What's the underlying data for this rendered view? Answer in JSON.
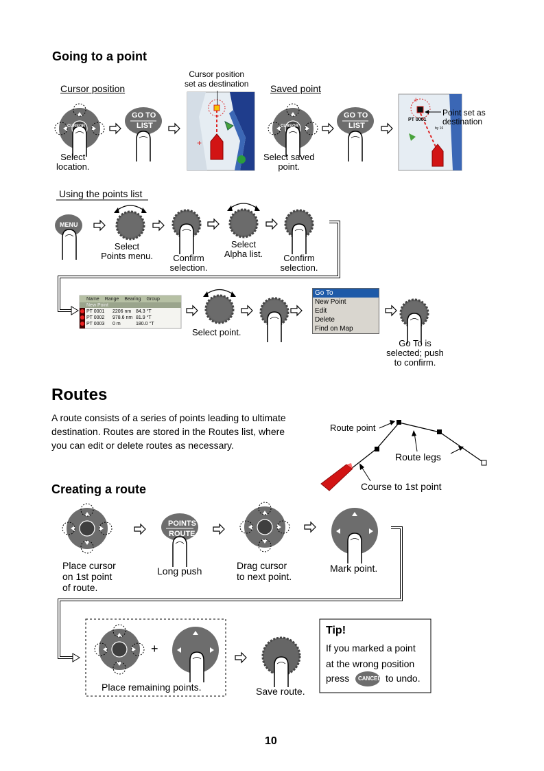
{
  "going": {
    "heading": "Going to a point",
    "cursor_position_label": "Cursor position",
    "saved_point_label": "Saved point",
    "cursor_dest_caption": "Cursor position\nset as destination",
    "select_location": "Select\nlocation.",
    "select_saved_point": "Select saved\npoint.",
    "point_set_as_dest": "Point set as\ndestination",
    "goto_key": "GO TO",
    "list_key": "LIST",
    "cursor_key": "CURSOR",
    "pt_label": "PT 0001",
    "pt_label_small": "by 16"
  },
  "points_list": {
    "label": "Using the points list",
    "menu_key": "MENU",
    "step1": "Select\nPoints menu.",
    "step2": "Confirm\nselection.",
    "step3": "Select\nAlpha list.",
    "step4": "Confirm\nselection.",
    "select_point": "Select point.",
    "goto_selected": "Go To is\nselected; push\nto confirm.",
    "table_headers": [
      "Name",
      "Range",
      "Bearing",
      "Group"
    ],
    "table_subheader": "New Point",
    "table_rows": [
      [
        "PT 0001",
        "2206 nm",
        "84.3 °T"
      ],
      [
        "PT 0002",
        "978.6 nm",
        "81.9 °T"
      ],
      [
        "PT 0003",
        "0 m",
        "180.0 °T"
      ]
    ],
    "menu_items": [
      "Go To",
      "New Point",
      "Edit",
      "Delete",
      "Find on Map"
    ]
  },
  "routes": {
    "heading": "Routes",
    "intro": [
      "A route consists of a series of points leading to ultimate",
      "destination. Routes are stored in the Routes list, where",
      "you can edit or delete routes as necessary."
    ],
    "route_point": "Route point",
    "route_legs": "Route legs",
    "course_first": "Course to 1st point"
  },
  "creating": {
    "heading": "Creating a route",
    "place_cursor": "Place cursor\non 1st point\nof route.",
    "long_push": "Long push",
    "drag_cursor": "Drag cursor\nto next point.",
    "mark_point": "Mark point.",
    "place_remaining": "Place remaining points.",
    "save_route": "Save route.",
    "points_key": "POINTS",
    "route_key": "ROUTE",
    "plus": "+"
  },
  "tip": {
    "title": "Tip!",
    "lines": [
      "If you marked a point",
      "at  the wrong position"
    ],
    "press": "press",
    "cancel_key": "CANCEL",
    "undo": "to undo."
  },
  "page_number": "10"
}
